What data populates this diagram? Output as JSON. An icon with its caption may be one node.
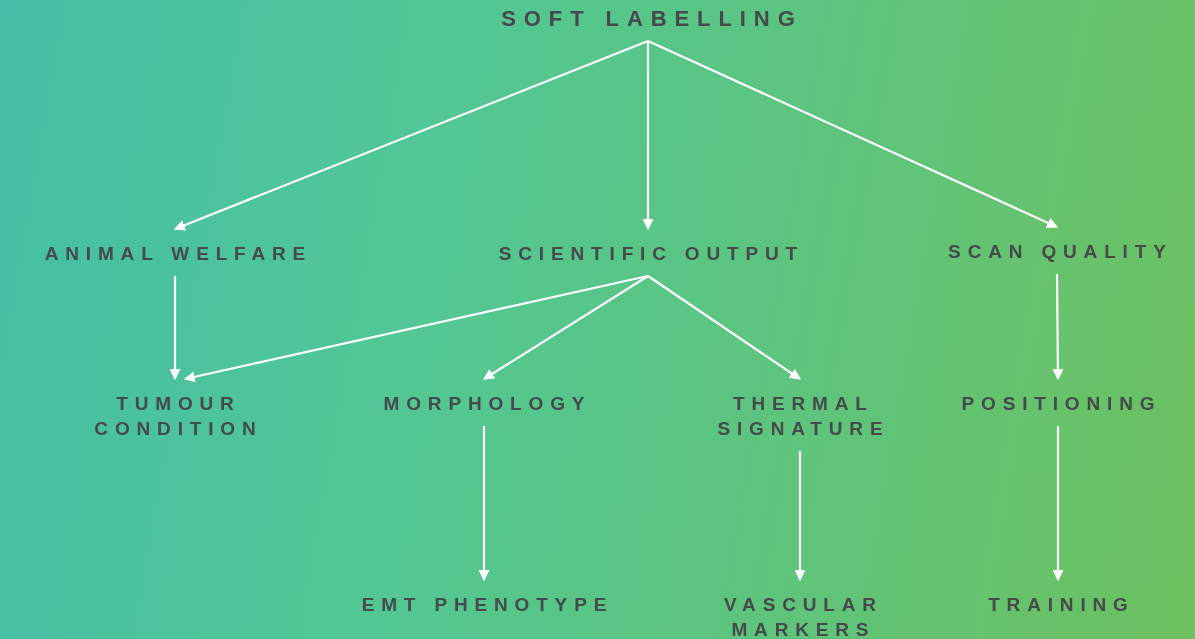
{
  "diagram": {
    "nodes": [
      {
        "text": [
          "SOFT LABELLING"
        ]
      },
      {
        "text": [
          "ANIMAL WELFARE"
        ]
      },
      {
        "text": [
          "SCIENTIFIC OUTPUT"
        ]
      },
      {
        "text": [
          "SCAN QUALITY"
        ]
      },
      {
        "text": [
          "TUMOUR CONDITION"
        ]
      },
      {
        "text": [
          "MORPHOLOGY"
        ]
      },
      {
        "text": [
          "THERMAL SIGNATURE"
        ]
      },
      {
        "text": [
          "POSITIONING"
        ]
      },
      {
        "text": [
          "EMT PHENOTYPE"
        ]
      },
      {
        "text": [
          "VASCULAR MARKERS"
        ]
      },
      {
        "text": [
          "TRAINING"
        ]
      }
    ],
    "edges": [
      {
        "from": 0,
        "to": 1,
        "arrow": "to"
      },
      {
        "from": 0,
        "to": 2,
        "arrow": "to"
      },
      {
        "from": 0,
        "to": 3,
        "arrow": "to"
      },
      {
        "from": 1,
        "to": 4,
        "arrow": "to"
      },
      {
        "from": 2,
        "to": 4,
        "arrow": "to"
      },
      {
        "from": 2,
        "to": 5,
        "arrow": "to"
      },
      {
        "from": 2,
        "to": 6,
        "arrow": "to"
      },
      {
        "from": 3,
        "to": 7,
        "arrow": "to"
      },
      {
        "from": 5,
        "to": 8,
        "arrow": "to"
      },
      {
        "from": 6,
        "to": 9,
        "arrow": "to"
      },
      {
        "from": 7,
        "to": 10,
        "arrow": "to"
      }
    ]
  }
}
